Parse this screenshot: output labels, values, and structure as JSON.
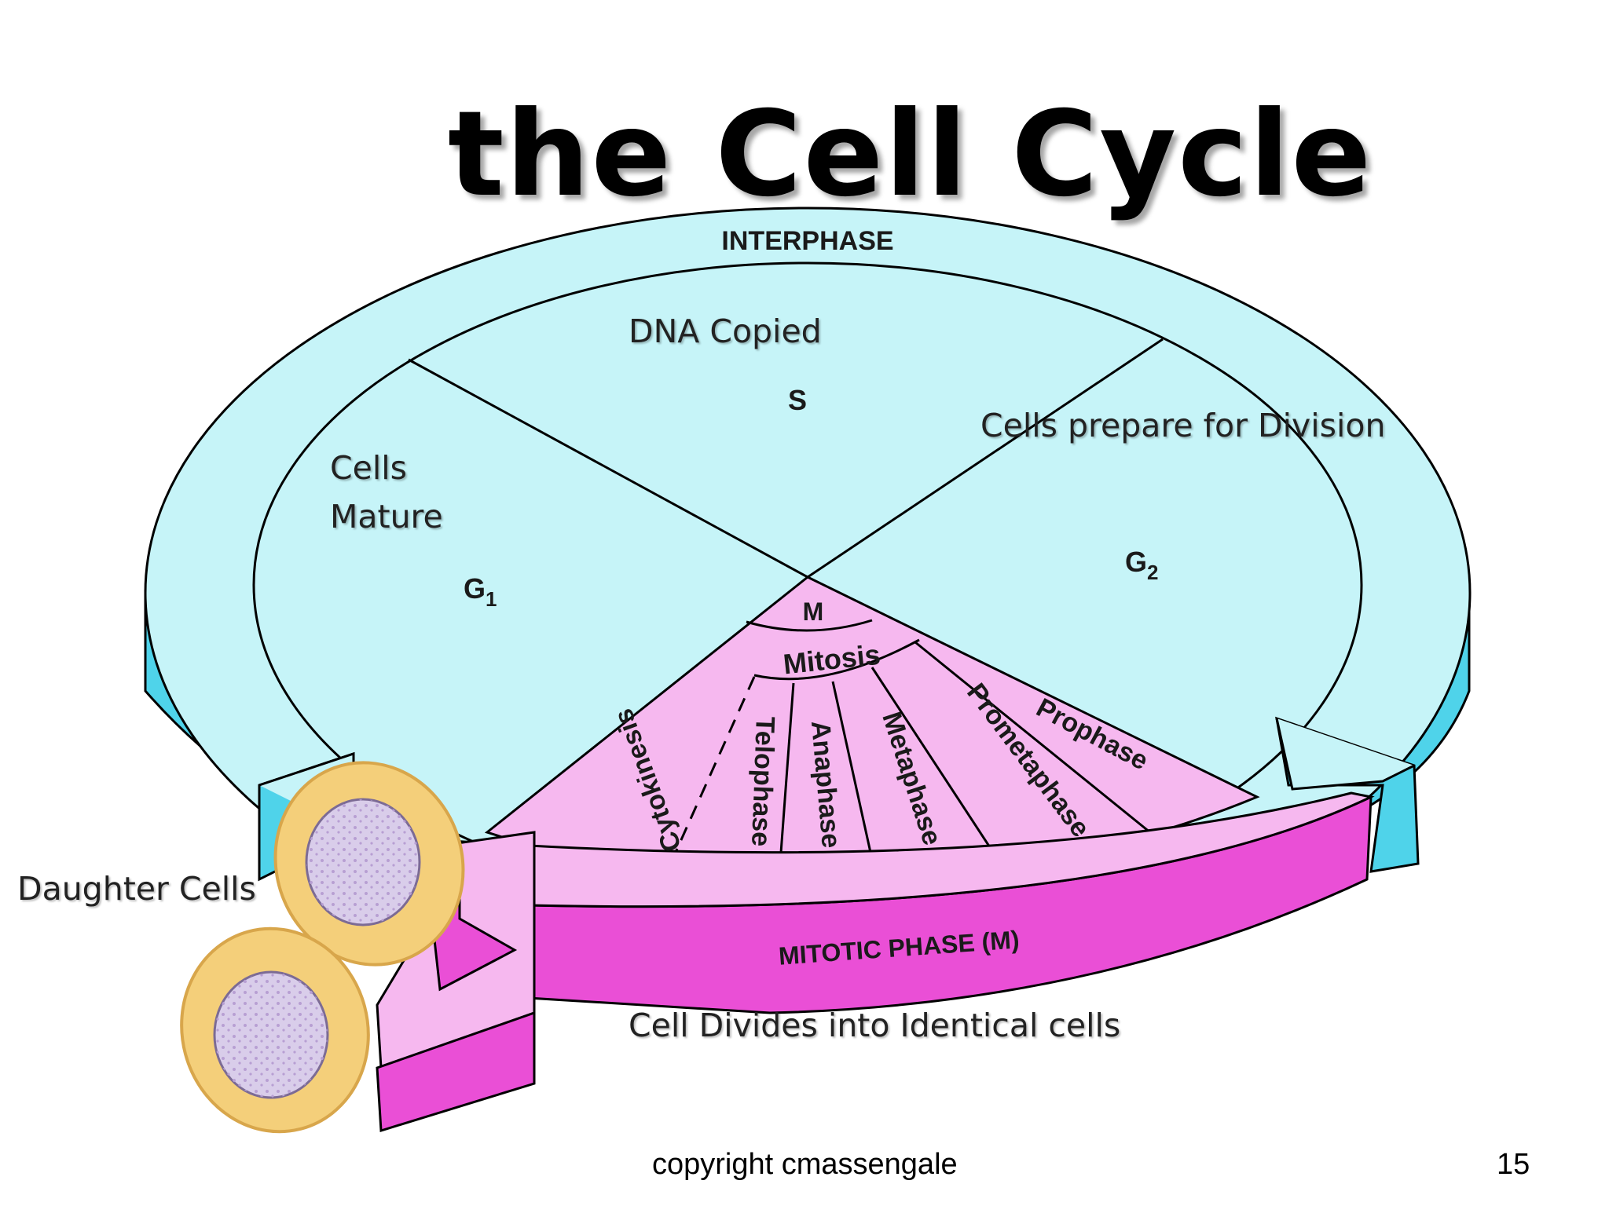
{
  "title": "the Cell Cycle",
  "diagram": {
    "interphase_label": "INTERPHASE",
    "s_label": "S",
    "g1_label": "G",
    "g1_sub": "1",
    "g2_label": "G",
    "g2_sub": "2",
    "m_label": "M",
    "mitosis_label": "Mitosis",
    "phases": [
      "Cytokinesis",
      "Telophase",
      "Anaphase",
      "Metaphase",
      "Prometaphase",
      "Prophase"
    ],
    "mitotic_phase_label": "MITOTIC PHASE (M)"
  },
  "annotations": {
    "dna_copied": "DNA Copied",
    "cells_prepare": "Cells prepare for Division",
    "cells_mature_line1": "Cells",
    "cells_mature_line2": "Mature",
    "daughter_cells": "Daughter Cells",
    "cell_divides": "Cell Divides into Identical cells"
  },
  "footer": {
    "copyright": "copyright cmassengale",
    "page_number": "15"
  },
  "colors": {
    "interphase": "#c6f4f8",
    "interphase_side": "#4fd3ea",
    "mitosis": "#f6b8ef",
    "mitotic_side": "#ea4fd6",
    "cell_outer": "#f4cf7a",
    "cell_nucleus": "#d9cdea"
  }
}
